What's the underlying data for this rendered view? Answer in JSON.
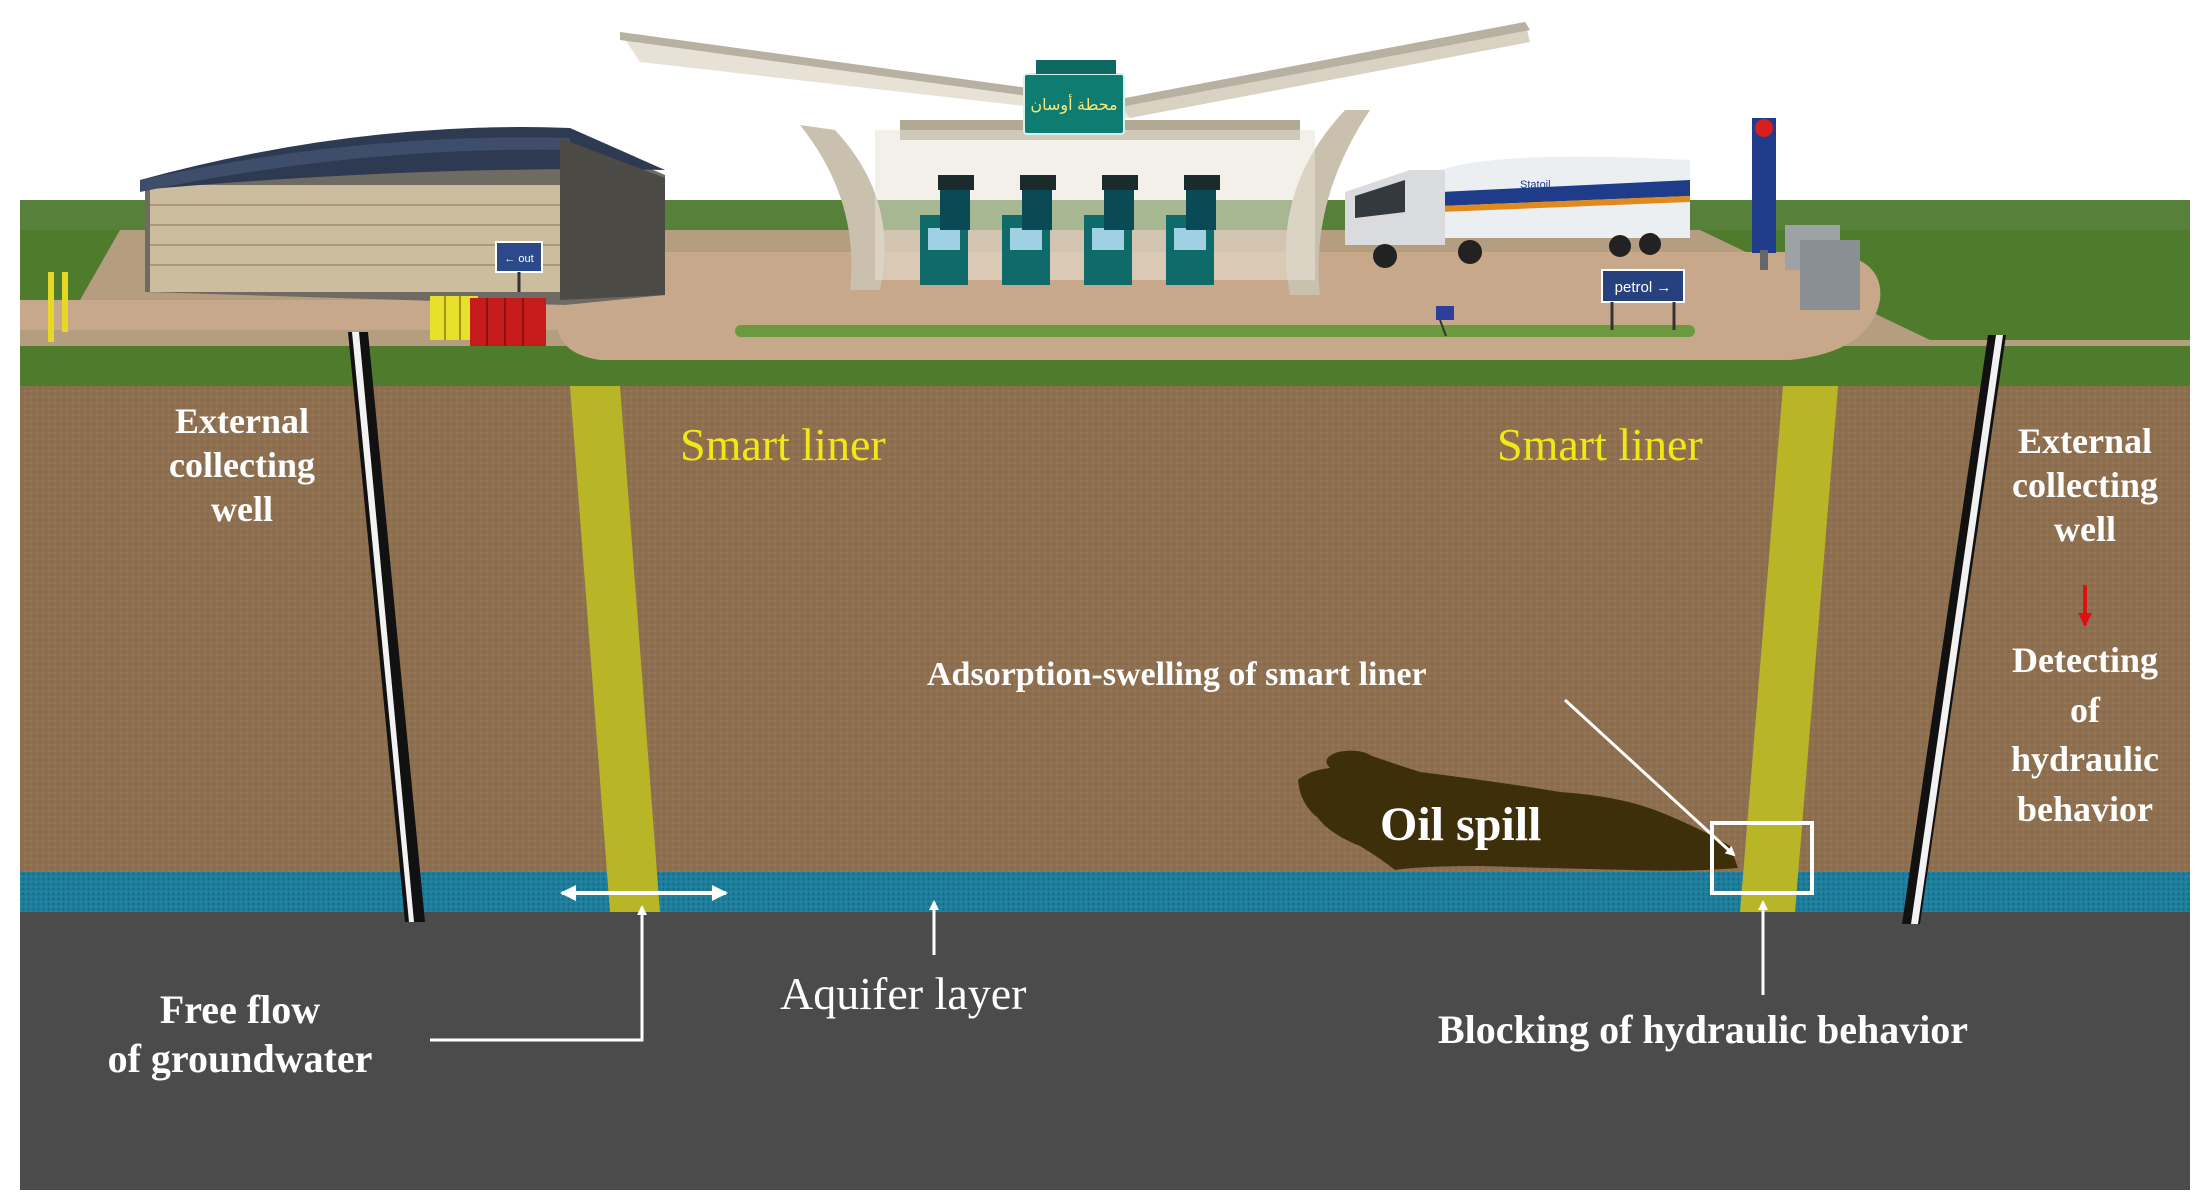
{
  "station_sign": "محطة أوسان",
  "signs": {
    "left_sign": "← out",
    "petrol_sign": "petrol →",
    "truck_brand": "Statoil"
  },
  "labels": {
    "external_well_left": [
      "External",
      "collecting",
      "well"
    ],
    "external_well_right": [
      "External",
      "collecting",
      "well"
    ],
    "detecting": [
      "Detecting",
      "of",
      "hydraulic",
      "behavior"
    ],
    "smart_liner_left": "Smart liner",
    "smart_liner_right": "Smart liner",
    "adsorption": "Adsorption-swelling of smart liner",
    "oil_spill": "Oil spill",
    "free_flow": [
      "Free flow",
      "of groundwater"
    ],
    "aquifer": "Aquifer layer",
    "blocking": "Blocking of hydraulic behavior"
  },
  "colors": {
    "soil": "#8e7050",
    "aquifer": "#1d7d9a",
    "bedrock": "#4b4b4b",
    "grass": "#4f7b2c",
    "smart_liner": "#b8b627",
    "oil": "#3d2f0a",
    "label_yellow": "#f2e813",
    "arrow_red": "#e01010"
  }
}
